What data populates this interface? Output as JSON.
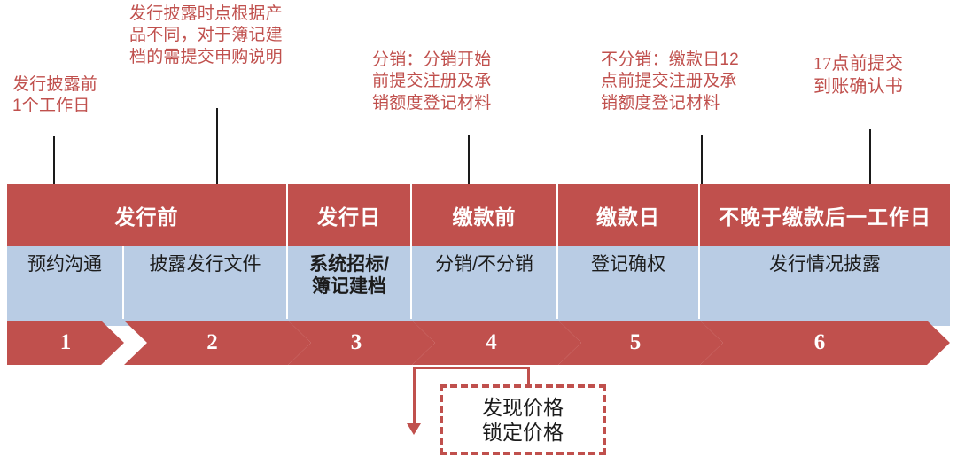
{
  "colors": {
    "red": "#c0504d",
    "blue": "#b9cce4",
    "white": "#ffffff",
    "text_dark": "#1c1c1c",
    "leader_line": "#1a1a1a"
  },
  "annotations": [
    {
      "id": "note-1",
      "text": "发行披露前\n1个工作日"
    },
    {
      "id": "note-2",
      "text": "发行披露时点根据产\n品不同，对于簿记建\n档的需提交申购说明"
    },
    {
      "id": "note-3",
      "text": "分销：分销开始\n前提交注册及承\n销额度登记材料"
    },
    {
      "id": "note-4",
      "text": "不分销：缴款日12\n点前提交注册及承\n销额度登记材料"
    },
    {
      "id": "note-5",
      "text": "17点前提交\n到账确认书"
    }
  ],
  "timeline": {
    "phases": [
      {
        "label": "",
        "span": 1
      },
      {
        "label": "发行前",
        "span": 1
      },
      {
        "label": "",
        "span": 1
      },
      {
        "label": "发行日",
        "span": 1
      },
      {
        "label": "缴款前",
        "span": 1
      },
      {
        "label": "缴款日",
        "span": 1
      },
      {
        "label": "不晚于缴款后一工作日",
        "span": 1
      }
    ],
    "phase_labels": [
      "发行前",
      "发行日",
      "缴款前",
      "缴款日",
      "不晚于缴款后一工作日"
    ],
    "steps": [
      {
        "number": "1",
        "title": "预约沟通",
        "bold": false
      },
      {
        "number": "2",
        "title": "披露发行文件",
        "bold": false
      },
      {
        "number": "3",
        "title": "系统招标/\n簿记建档",
        "bold": true
      },
      {
        "number": "4",
        "title": "分销/不分销",
        "bold": false
      },
      {
        "number": "5",
        "title": "登记确权",
        "bold": false
      },
      {
        "number": "6",
        "title": "发行情况披露",
        "bold": false
      }
    ]
  },
  "callout": {
    "text": "发现价格\n锁定价格"
  }
}
